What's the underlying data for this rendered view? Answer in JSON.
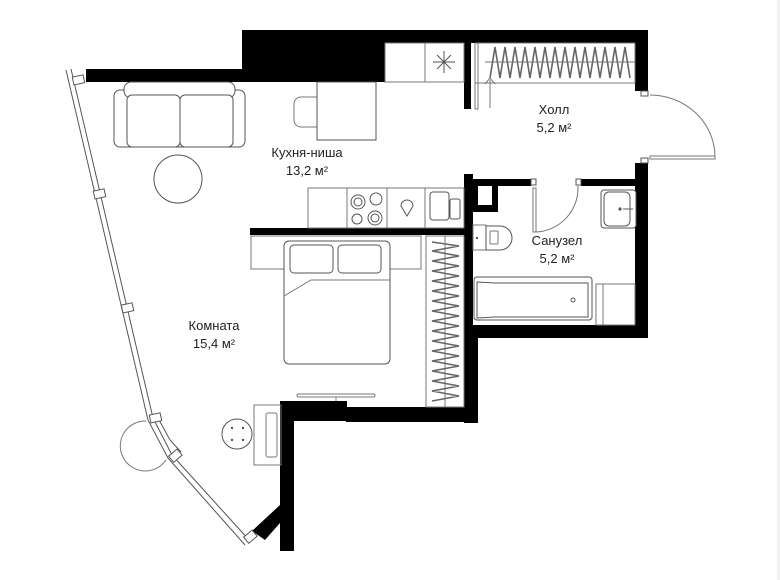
{
  "plan": {
    "type": "apartment floor plan",
    "rooms": [
      {
        "id": "kitchen",
        "name": "Кухня-ниша",
        "area": "13,2 м²"
      },
      {
        "id": "hall",
        "name": "Холл",
        "area": "5,2 м²"
      },
      {
        "id": "bathroom",
        "name": "Санузел",
        "area": "5,2 м²"
      },
      {
        "id": "room",
        "name": "Комната",
        "area": "15,4 м²"
      }
    ],
    "furniture": [
      "sofa",
      "round-coffee-table",
      "dining-table",
      "dining-chairs",
      "kitchen-counter",
      "cooktop",
      "kitchen-sink",
      "fridge",
      "double-bed",
      "bedroom-wardrobe",
      "tv-stand",
      "nightstand",
      "round-stool",
      "hall-wardrobe",
      "toilet",
      "washbasin",
      "bathtub",
      "washing-machine"
    ],
    "colors": {
      "walls": "#000000",
      "background": "#ffffff",
      "furniture_stroke": "#555555",
      "text": "#222222"
    }
  }
}
